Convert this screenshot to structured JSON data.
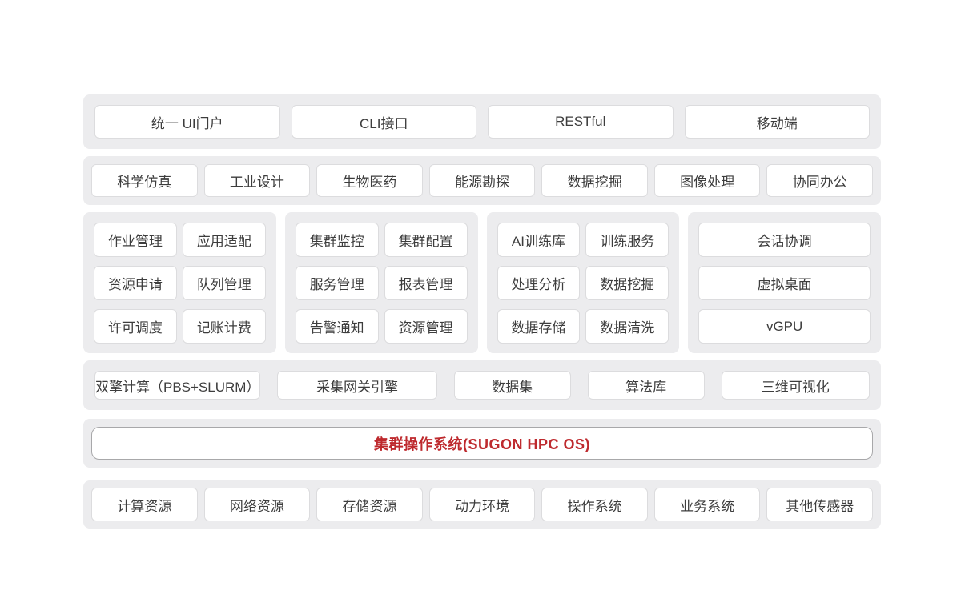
{
  "colors": {
    "page_bg": "#ffffff",
    "panel_bg": "#ececee",
    "box_bg": "#ffffff",
    "box_border": "#dcdcde",
    "os_box_border": "#a8a8aa",
    "text": "#3d3d3d",
    "accent_red": "#be2a2e"
  },
  "access_layer": {
    "items": [
      "统一 UI门户",
      "CLI接口",
      "RESTful",
      "移动端"
    ]
  },
  "application_layer": {
    "items": [
      "科学仿真",
      "工业设计",
      "生物医药",
      "能源勘探",
      "数据挖掘",
      "图像处理",
      "协同办公"
    ]
  },
  "module_groups": [
    {
      "items": [
        "作业管理",
        "应用适配",
        "资源申请",
        "队列管理",
        "许可调度",
        "记账计费"
      ]
    },
    {
      "items": [
        "集群监控",
        "集群配置",
        "服务管理",
        "报表管理",
        "告警通知",
        "资源管理"
      ]
    },
    {
      "items": [
        "AI训练库",
        "训练服务",
        "处理分析",
        "数据挖掘",
        "数据存储",
        "数据清洗"
      ]
    },
    {
      "items": [
        "会话协调",
        "虚拟桌面",
        "vGPU"
      ]
    }
  ],
  "engine_layer": {
    "items": [
      "双擎计算（PBS+SLURM）",
      "采集网关引擎",
      "数据集",
      "算法库",
      "三维可视化"
    ]
  },
  "os_layer": {
    "label": "集群操作系统(SUGON HPC OS)"
  },
  "resource_layer": {
    "items": [
      "计算资源",
      "网络资源",
      "存储资源",
      "动力环境",
      "操作系统",
      "业务系统",
      "其他传感器"
    ]
  }
}
